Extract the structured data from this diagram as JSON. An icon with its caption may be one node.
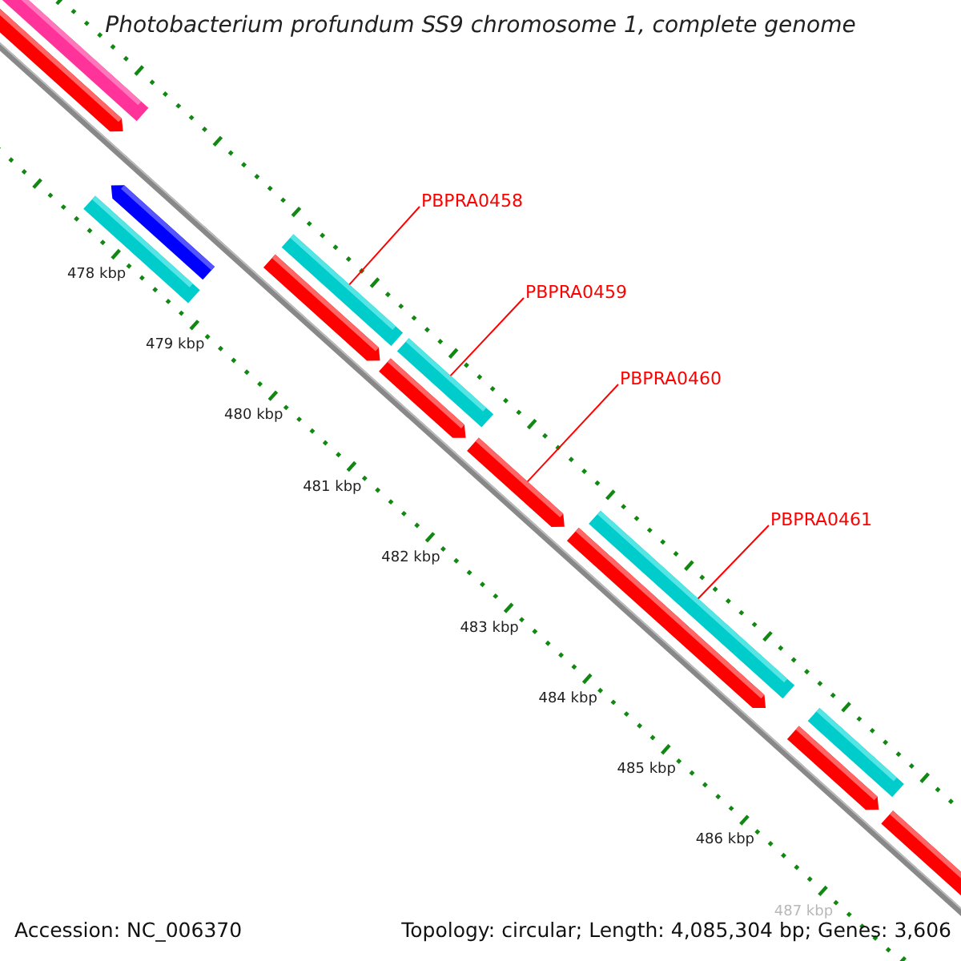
{
  "diagram": {
    "title": "Photobacterium profundum SS9 chromosome 1, complete genome",
    "nodes": [
      {
        "text": [
          "PBPRA0458"
        ]
      },
      {
        "text": [
          "PBPRA0459"
        ]
      },
      {
        "text": [
          "PBPRA0460"
        ]
      },
      {
        "text": [
          "PBPRA0461"
        ]
      },
      {
        "text": [],
        "shape": "bar"
      },
      {
        "text": [],
        "shape": "bar"
      },
      {
        "text": [],
        "shape": "bar"
      },
      {
        "text": [],
        "shape": "bar"
      },
      {
        "text": [],
        "shape": "bar"
      },
      {
        "text": [],
        "shape": "bar"
      },
      {
        "text": [],
        "shape": "bar"
      },
      {
        "text": [],
        "shape": "bar"
      },
      {
        "text": [],
        "shape": "bar"
      },
      {
        "text": [],
        "shape": "bar"
      },
      {
        "text": [],
        "shape": "bar"
      },
      {
        "text": [],
        "shape": "bar"
      },
      {
        "text": [],
        "shape": "bar"
      },
      {
        "text": [],
        "shape": "bar"
      }
    ],
    "edges": [
      {
        "from": 0,
        "to": 8,
        "arrow": "none"
      },
      {
        "from": 1,
        "to": 10,
        "arrow": "none"
      },
      {
        "from": 2,
        "to": 12,
        "arrow": "none"
      },
      {
        "from": 3,
        "to": 13,
        "arrow": "none"
      }
    ],
    "labels": [
      "478 kbp",
      "479 kbp",
      "480 kbp",
      "481 kbp",
      "482 kbp",
      "483 kbp",
      "484 kbp",
      "485 kbp",
      "486 kbp",
      "487 kbp",
      "Accession: NC_006370",
      "Topology: circular; Length: 4,085,304 bp; Genes: 3,606"
    ]
  }
}
